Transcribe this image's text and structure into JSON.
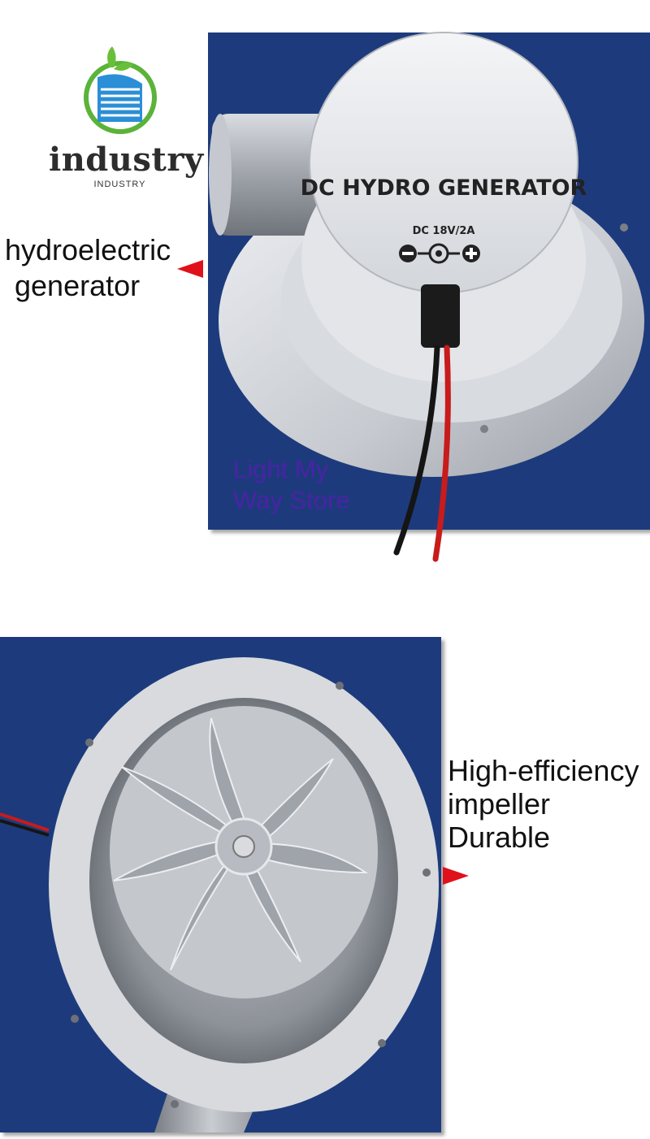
{
  "logo": {
    "word": "industry",
    "sub": "INDUSTRY",
    "colors": {
      "leaf": "#6abf3a",
      "building": "#2a8fd6",
      "ring": "#5bb33a"
    }
  },
  "caption_top": {
    "line1": "hydroelectric",
    "line2": "generator"
  },
  "caption_bottom": {
    "line1": "High-efficiency",
    "line2": "impeller",
    "line3": "Durable"
  },
  "product_top": {
    "label": "DC HYDRO GENERATOR",
    "rating": "DC 18V/2A",
    "polarity_minus": "−",
    "polarity_plus": "+",
    "watermark_line1": "Light My",
    "watermark_line2": "Way Store"
  },
  "colors": {
    "panel_bg": "#1d3b7c",
    "arrow": "#e0111a",
    "watermark": "#4b22a5",
    "metal": "#c9ccd2",
    "wire_red": "#c81b1b",
    "wire_black": "#151515"
  },
  "icons": [
    "logo-leaf-icon",
    "building-icon",
    "left-arrow-icon",
    "right-arrow-icon",
    "polarity-icon"
  ]
}
